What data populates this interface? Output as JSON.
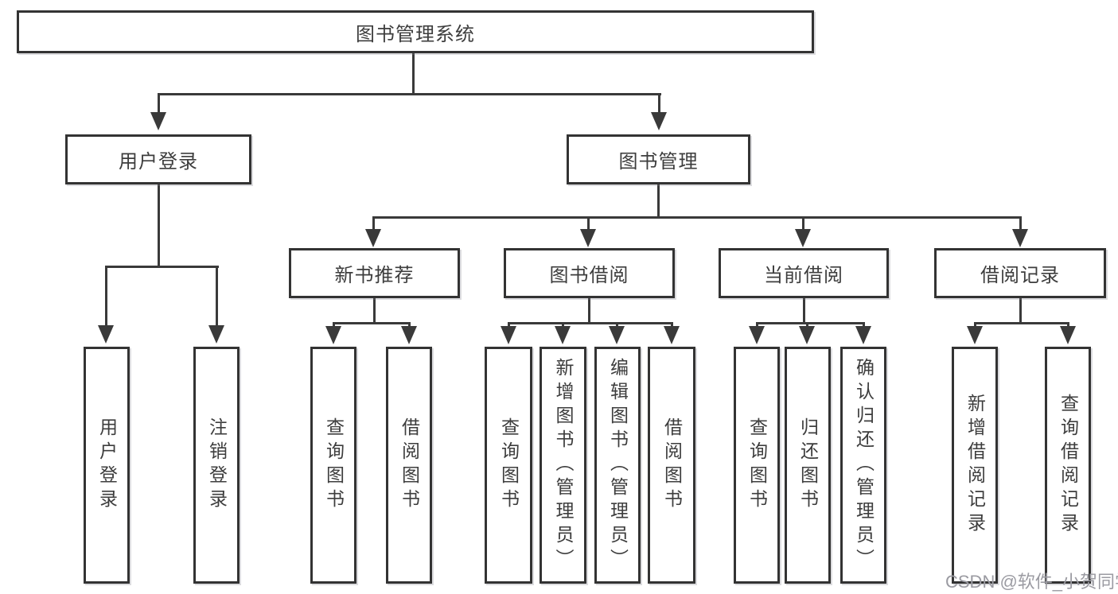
{
  "nodes": {
    "root": "图书管理系统",
    "user_login": "用户登录",
    "book_management": "图书管理",
    "new_book_recommend": "新书推荐",
    "book_borrow": "图书借阅",
    "current_borrow": "当前借阅",
    "borrow_records": "借阅记录"
  },
  "leaves": {
    "login": [
      "用户登录",
      "注销登录"
    ],
    "recommend": [
      "查询图书",
      "借阅图书"
    ],
    "borrow": [
      "查询图书",
      "新增图书（管理员）",
      "编辑图书（管理员）",
      "借阅图书"
    ],
    "current": [
      "查询图书",
      "归还图书",
      "确认归还（管理员）"
    ],
    "records": [
      "新增借阅记录",
      "查询借阅记录"
    ]
  },
  "watermark": "CSDN @软件_小贺同学",
  "colors": {
    "line": "#3a3a3a",
    "box_border": "#333333",
    "text": "#3d3d3d",
    "watermark": "#9b9ba2",
    "background": "#ffffff"
  }
}
